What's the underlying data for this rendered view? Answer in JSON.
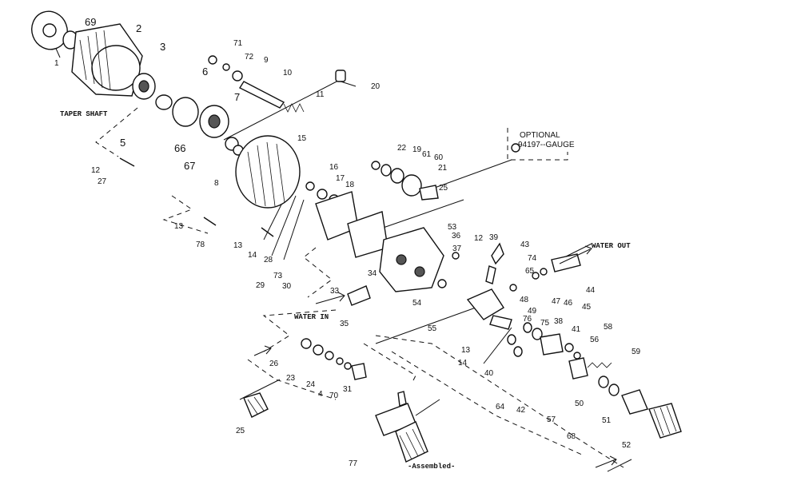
{
  "captions": {
    "taper_shaft": "TAPER SHAFT",
    "optional": "OPTIONAL",
    "gauge": "94197--GAUGE",
    "water_out": "WATER OUT",
    "water_in": "WATER IN",
    "assembled": "-Assembled-"
  },
  "part_numbers": {
    "p1": "1",
    "p69": "69",
    "p2": "2",
    "p3": "3",
    "p71": "71",
    "p72": "72",
    "p9": "9",
    "p10": "10",
    "p20": "20",
    "p6": "6",
    "p7": "7",
    "p11": "11",
    "p5": "5",
    "p66": "66",
    "p67": "67",
    "p8": "8",
    "p15": "15",
    "p12a": "12",
    "p27": "27",
    "p22": "22",
    "p19": "19",
    "p61": "61",
    "p60": "60",
    "p21": "21",
    "p25a": "25",
    "p16": "16",
    "p17": "17",
    "p18": "18",
    "p13a": "13",
    "p78": "78",
    "p13b": "13",
    "p14a": "14",
    "p28": "28",
    "p73": "73",
    "p29": "29",
    "p30": "30",
    "p53": "53",
    "p36": "36",
    "p12b": "12",
    "p39": "39",
    "p43": "43",
    "p74": "74",
    "p37": "37",
    "p65": "65",
    "p44": "44",
    "p46": "46",
    "p47": "47",
    "p45": "45",
    "p33": "33",
    "p34": "34",
    "p54": "54",
    "p48": "48",
    "p49": "49",
    "p35": "35",
    "p55": "55",
    "p38": "38",
    "p75": "75",
    "p76": "76",
    "p58": "58",
    "p41": "41",
    "p56": "56",
    "p13c": "13",
    "p14b": "14",
    "p59": "59",
    "p26": "26",
    "p23": "23",
    "p24": "24",
    "p4": "4",
    "p70": "70",
    "p31": "31",
    "p40": "40",
    "p64": "64",
    "p42": "42",
    "p57": "57",
    "p50": "50",
    "p68": "68",
    "p51": "51",
    "p25b": "25",
    "p77": "77",
    "p52": "52"
  }
}
